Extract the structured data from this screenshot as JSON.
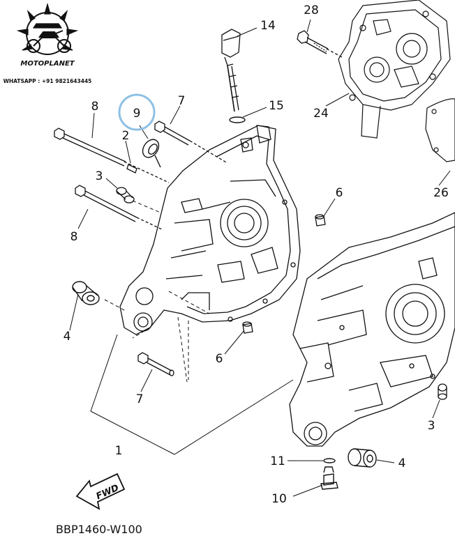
{
  "brand": {
    "logo_text": "MOTOPLANET",
    "contact": "WHATSAPP : +91 9821643445"
  },
  "diagram": {
    "fwd_label": "FWD",
    "drawing_code": "BBP1460-W100",
    "highlight_color": "#8ec0e4",
    "line_color": "#111111",
    "callouts": [
      {
        "id": "28",
        "label": "28"
      },
      {
        "id": "14",
        "label": "14"
      },
      {
        "id": "8a",
        "label": "8"
      },
      {
        "id": "9",
        "label": "9",
        "highlighted": true
      },
      {
        "id": "7a",
        "label": "7"
      },
      {
        "id": "15",
        "label": "15"
      },
      {
        "id": "24",
        "label": "24"
      },
      {
        "id": "2",
        "label": "2"
      },
      {
        "id": "3a",
        "label": "3"
      },
      {
        "id": "26",
        "label": "26"
      },
      {
        "id": "6a",
        "label": "6"
      },
      {
        "id": "8b",
        "label": "8"
      },
      {
        "id": "4a",
        "label": "4"
      },
      {
        "id": "6b",
        "label": "6"
      },
      {
        "id": "7b",
        "label": "7"
      },
      {
        "id": "3b",
        "label": "3"
      },
      {
        "id": "1",
        "label": "1"
      },
      {
        "id": "11",
        "label": "11"
      },
      {
        "id": "4b",
        "label": "4"
      },
      {
        "id": "10",
        "label": "10"
      }
    ]
  }
}
